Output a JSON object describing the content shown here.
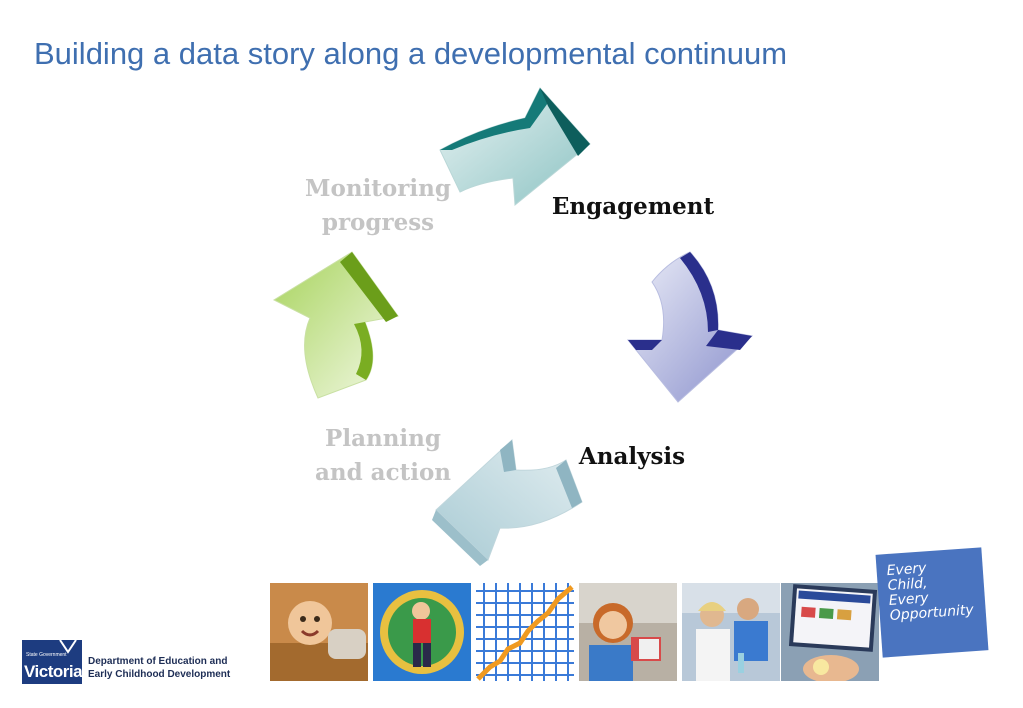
{
  "title": "Building a data story along a developmental continuum",
  "stages": {
    "monitoring": {
      "line1": "Monitoring",
      "line2": "progress"
    },
    "engagement": {
      "label": "Engagement"
    },
    "analysis": {
      "label": "Analysis"
    },
    "planning": {
      "line1": "Planning",
      "line2": "and action"
    }
  },
  "colors": {
    "title": "#3f6fb0",
    "teal_arrow": "#157a78",
    "navy_arrow": "#2a2f8c",
    "blue_arrow": "#8fb5c2",
    "green_arrow": "#7aad22",
    "logo_blue": "#4a74c0",
    "victoria_navy": "#1d3c80"
  },
  "photos": [
    {
      "name": "baby-crawling-photo"
    },
    {
      "name": "child-climbing-photo"
    },
    {
      "name": "growth-chart-photo"
    },
    {
      "name": "girl-reading-photo"
    },
    {
      "name": "students-science-photo"
    },
    {
      "name": "computer-screen-photo"
    }
  ],
  "logo": {
    "line1": "Every",
    "line2": "Child,",
    "line3": "Every",
    "line4": "Opportunity"
  },
  "footer": {
    "state_govt": "State Government",
    "victoria": "Victoria",
    "dept_line1": "Department of Education and",
    "dept_line2": "Early Childhood Development"
  }
}
